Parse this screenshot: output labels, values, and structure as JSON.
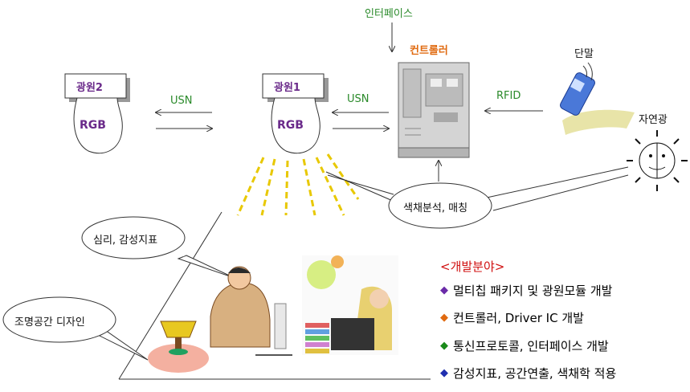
{
  "top_label": "인터페이스",
  "controller_label": "컨트롤러",
  "terminal_label": "단말",
  "natural_light_label": "자연광",
  "light2": {
    "name": "광원2",
    "rgb": "RGB"
  },
  "light1": {
    "name": "광원1",
    "rgb": "RGB"
  },
  "links": {
    "usn_left": "USN",
    "usn_right": "USN",
    "rfid": "RFID"
  },
  "bubbles": {
    "color_analysis": "색채분석, 매칭",
    "psych": "심리, 감성지표",
    "lighting_design": "조명공간 디자인"
  },
  "dev": {
    "title": "<개발분야>",
    "items": [
      {
        "text": "멀티칩 패키지 및 광원모듈 개발",
        "color": "#6a2aa8"
      },
      {
        "text": "컨트롤러, Driver IC 개발",
        "color": "#e06a10"
      },
      {
        "text": "통신프로토콜, 인터페이스 개발",
        "color": "#1a8a1a"
      },
      {
        "text": "감성지표, 공간연출, 색채학 적용",
        "color": "#2030b0"
      }
    ]
  }
}
